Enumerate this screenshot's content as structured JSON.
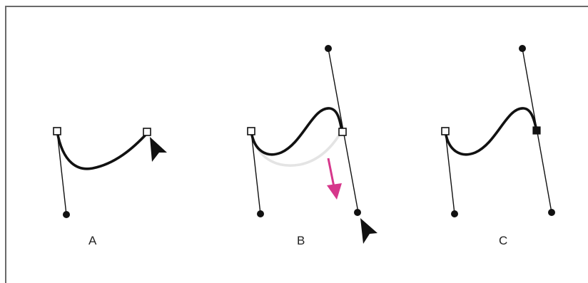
{
  "panels": [
    {
      "id": "A",
      "label": "A"
    },
    {
      "id": "B",
      "label": "B"
    },
    {
      "id": "C",
      "label": "C"
    }
  ],
  "colors": {
    "ink": "#111111",
    "ghost_curve": "#e4e4e4",
    "drag_arrow": "#d6378b",
    "frame": "#6a6a6a"
  },
  "icons": {
    "cursor": "arrow-pointer-icon",
    "drag": "down-arrow-icon"
  }
}
